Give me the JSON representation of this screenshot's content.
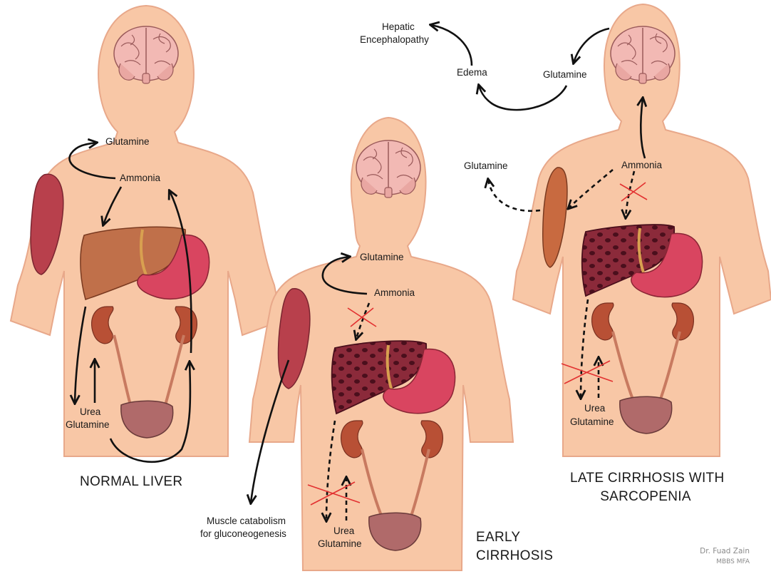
{
  "panels": {
    "normal": {
      "caption": "NORMAL LIVER",
      "glutamine": "Glutamine",
      "ammonia": "Ammonia",
      "urea": "Urea",
      "urea_glutamine": "Glutamine"
    },
    "early": {
      "caption_line1": "EARLY",
      "caption_line2": "CIRRHOSIS",
      "glutamine": "Glutamine",
      "ammonia": "Ammonia",
      "urea": "Urea",
      "urea_glutamine": "Glutamine",
      "muscle_line1": "Muscle catabolism",
      "muscle_line2": "for gluconeogenesis"
    },
    "late": {
      "caption_line1": "LATE CIRRHOSIS WITH",
      "caption_line2": "SARCOPENIA",
      "hepatic_line1": "Hepatic",
      "hepatic_line2": "Encephalopathy",
      "edema": "Edema",
      "glutamine_brain": "Glutamine",
      "glutamine_muscle": "Glutamine",
      "ammonia": "Ammonia",
      "urea": "Urea",
      "urea_glutamine": "Glutamine"
    }
  },
  "credit": {
    "line1": "Dr. Fuad Zain",
    "line2": "MBBS MFA"
  },
  "colors": {
    "skin": "#f8c7a6",
    "skin_outline": "#e8a88a",
    "brain": "#f0b4b0",
    "liver_normal": "#c0704a",
    "liver_cirrhotic": "#8b2a3a",
    "stomach": "#d94560",
    "kidney": "#b85035",
    "bladder": "#b06a6a",
    "muscle": "#b8404c",
    "arrow": "#111111",
    "cross": "#e23030"
  }
}
